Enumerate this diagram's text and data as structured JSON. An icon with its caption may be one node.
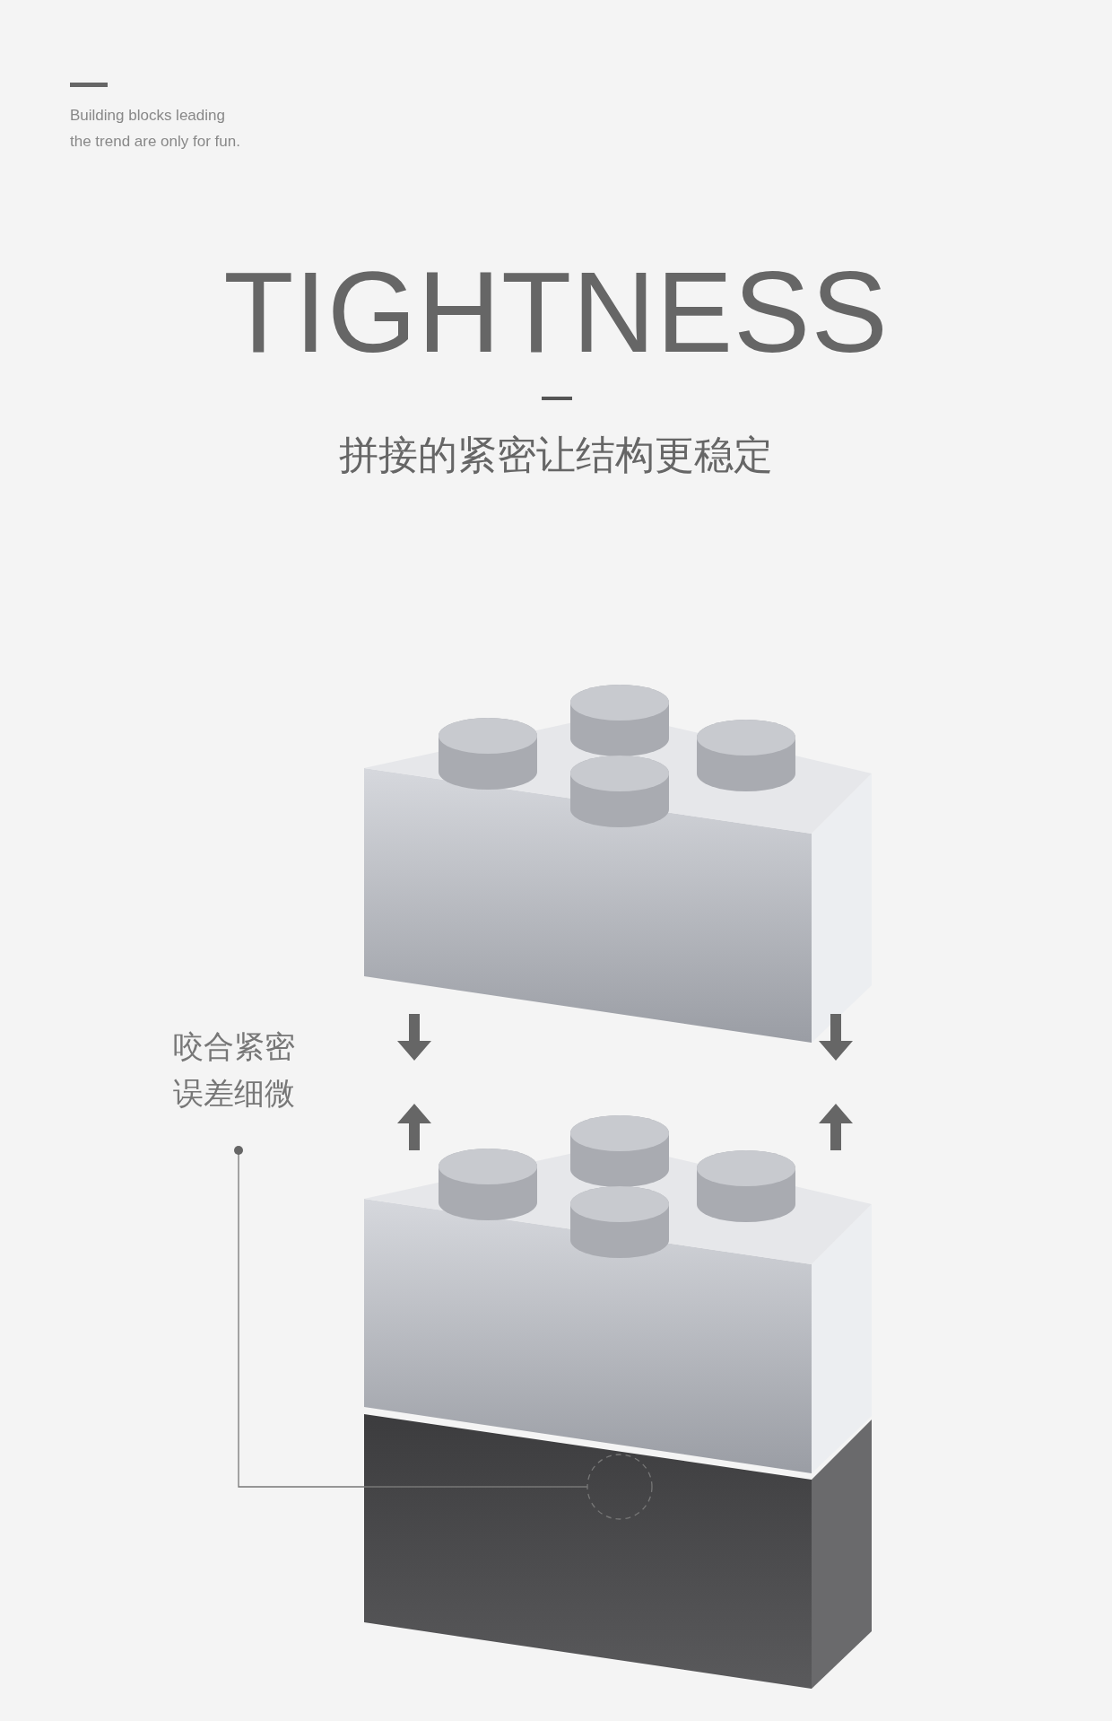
{
  "diagram": {
    "title": "TIGHTNESS",
    "nodes": [
      {
        "text": [
          "咬合紧密误差细微"
        ]
      },
      {
        "text": [],
        "shape": "circle"
      }
    ],
    "edges": [
      {
        "from": 0,
        "to": 1,
        "arrow": "other"
      }
    ],
    "labels": [
      "Building blocks leading the trend are only for fun.",
      "拼接的紧密让结构更稳定"
    ]
  }
}
